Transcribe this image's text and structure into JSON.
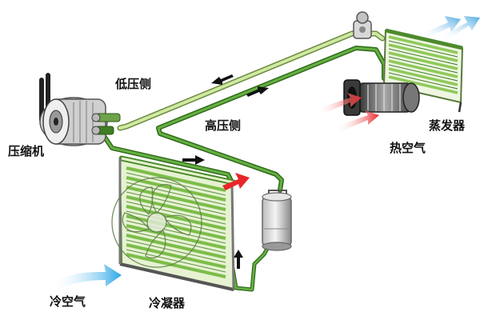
{
  "labels": {
    "low_pressure_side": "低压侧",
    "high_pressure_side": "高压侧",
    "compressor": "压缩机",
    "evaporator": "蒸发器",
    "hot_air": "热空气",
    "cold_air": "冷空气",
    "condenser": "冷凝器"
  },
  "colors": {
    "pipe_low": "#b9dc86",
    "pipe_high": "#4f9a2f",
    "coil": "#8fc95a",
    "hot_air": "#e8262a",
    "cold_air": "#2aa6e6",
    "flow_arrow": "#111111"
  },
  "components": [
    "compressor",
    "condenser",
    "receiver-drier",
    "expansion-valve",
    "evaporator",
    "blower-fan"
  ]
}
